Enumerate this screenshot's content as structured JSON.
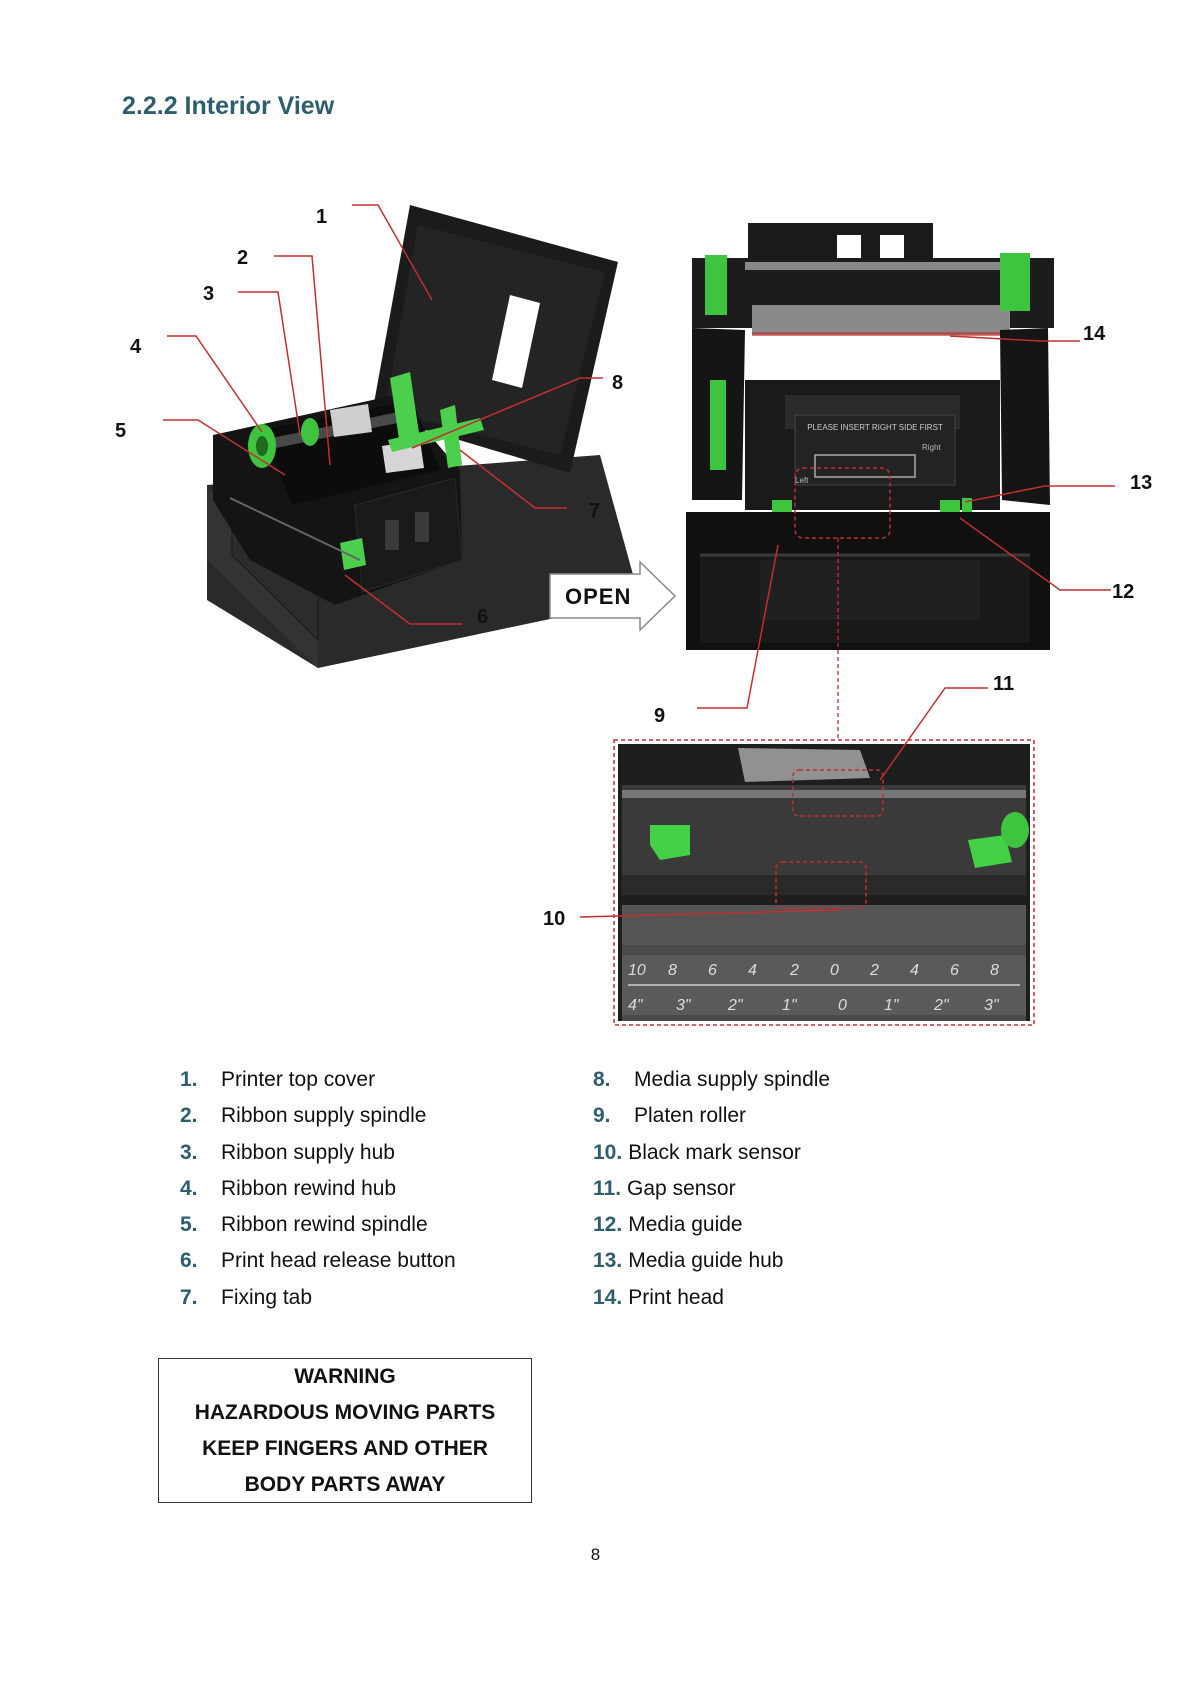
{
  "heading": "2.2.2 Interior View",
  "open_label": "OPEN",
  "callouts": [
    "1",
    "2",
    "3",
    "4",
    "5",
    "6",
    "7",
    "8",
    "9",
    "10",
    "11",
    "12",
    "13",
    "14"
  ],
  "left_items": [
    {
      "num": "1.",
      "text": "Printer top cover"
    },
    {
      "num": "2.",
      "text": "Ribbon supply spindle"
    },
    {
      "num": "3.",
      "text": "Ribbon supply hub"
    },
    {
      "num": "4.",
      "text": "Ribbon rewind hub"
    },
    {
      "num": "5.",
      "text": "Ribbon rewind spindle"
    },
    {
      "num": "6.",
      "text": "Print head release button"
    },
    {
      "num": "7.",
      "text": "Fixing tab"
    }
  ],
  "right_items": [
    {
      "num": "8.",
      "text": "Media supply spindle"
    },
    {
      "num": "9.",
      "text": "Platen roller"
    },
    {
      "num": "10.",
      "text": "Black mark sensor"
    },
    {
      "num": "11.",
      "text": "Gap sensor"
    },
    {
      "num": "12.",
      "text": "Media guide"
    },
    {
      "num": "13.",
      "text": "Media guide hub"
    },
    {
      "num": "14.",
      "text": "Print head"
    }
  ],
  "photo_text": {
    "insert_notice": "PLEASE INSERT RIGHT SIDE FIRST",
    "left": "Left",
    "right": "Right",
    "ruler_top": [
      "10",
      "8",
      "6",
      "4",
      "2",
      "0",
      "2",
      "4",
      "6",
      "8"
    ],
    "ruler_bottom": [
      "4\"",
      "3\"",
      "2\"",
      "1\"",
      "0",
      "1\"",
      "2\"",
      "3\""
    ]
  },
  "warning": [
    "WARNING",
    "HAZARDOUS MOVING PARTS",
    "KEEP FINGERS AND OTHER",
    "BODY PARTS AWAY"
  ],
  "page_number": "8",
  "colors": {
    "heading": "#2e5e6e",
    "callout_line": "#c0302e",
    "printer_body": "#1c1c1c",
    "accent_green": "#3ec43e"
  }
}
